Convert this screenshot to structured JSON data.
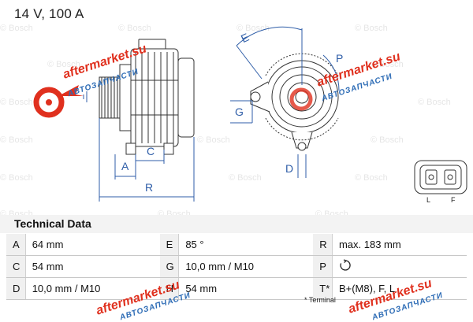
{
  "heading": "14 V, 100 A",
  "watermark_text": "© Bosch",
  "dimension_labels": {
    "A": "A",
    "C": "C",
    "R": "R",
    "E": "E",
    "P": "P",
    "G": "G",
    "D": "D"
  },
  "connector_labels": [
    "L",
    "F"
  ],
  "overlay_brand": {
    "site": "aftermarket.su",
    "sub": "АВТОЗАПЧАСТИ",
    "accent_color": "#e0301e",
    "sub_color": "#2c6bb5"
  },
  "tech_data": {
    "title": "Technical Data",
    "rows": [
      [
        {
          "k": "A",
          "v": "64 mm"
        },
        {
          "k": "E",
          "v": "85 °"
        },
        {
          "k": "R",
          "v": "max. 183 mm"
        }
      ],
      [
        {
          "k": "C",
          "v": "54 mm"
        },
        {
          "k": "G",
          "v": "10,0 mm / M10"
        },
        {
          "k": "P",
          "v": ""
        }
      ],
      [
        {
          "k": "D",
          "v": "10,0 mm / M10"
        },
        {
          "k": "H",
          "v": "54 mm"
        },
        {
          "k": "T*",
          "v": "B+(M8), F, L"
        }
      ]
    ],
    "rotation_icon": "clockwise-rotation-icon",
    "footnote": "* Terminal"
  },
  "colors": {
    "dimension": "#2f5ea8",
    "drawing": "#333333"
  }
}
